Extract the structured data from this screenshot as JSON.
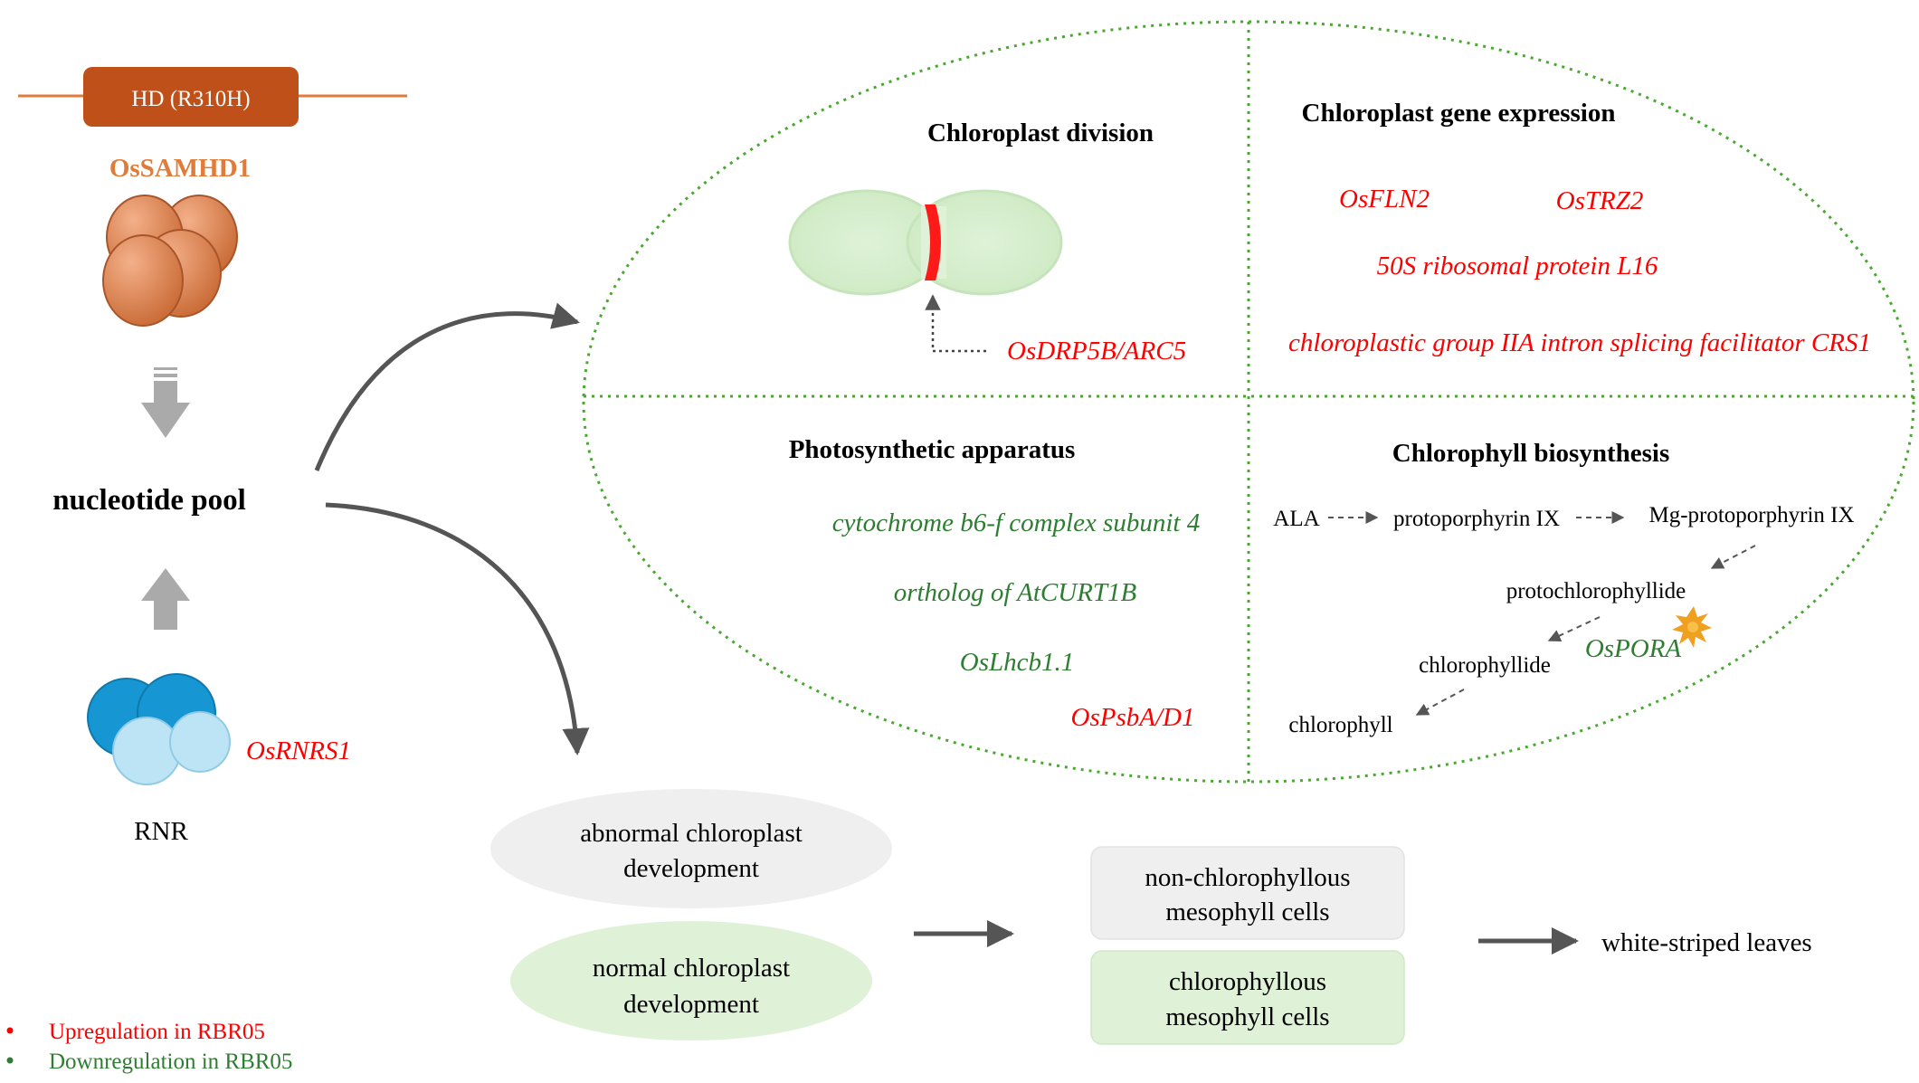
{
  "protein": {
    "domain_label": "HD (R310H)",
    "name": "OsSAMHD1"
  },
  "pool": {
    "label": "nucleotide pool"
  },
  "rnr": {
    "gene": "OsRNRS1",
    "label": "RNR"
  },
  "quadrants": {
    "division": {
      "title": "Chloroplast division",
      "gene": "OsDRP5B/ARC5"
    },
    "expression": {
      "title": "Chloroplast gene expression",
      "genes": [
        "OsFLN2",
        "OsTRZ2",
        "50S ribosomal protein L16",
        "chloroplastic group IIA intron splicing facilitator CRS1"
      ]
    },
    "photosynthetic": {
      "title": "Photosynthetic apparatus",
      "genes": [
        "cytochrome b6-f complex subunit 4",
        "ortholog of AtCURT1B",
        "OsLhcb1.1",
        "OsPsbA/D1"
      ]
    },
    "chlorophyll": {
      "title": "Chlorophyll biosynthesis",
      "steps": [
        "ALA",
        "protoporphyrin IX",
        "Mg-protoporphyrin IX",
        "protochlorophyllide",
        "chlorophyllide",
        "chlorophyll"
      ],
      "gene": "OsPORA"
    }
  },
  "outcomes": {
    "abnormal": "abnormal chloroplast development",
    "normal": "normal chloroplast development",
    "nonchloro": "non-chlorophyllous mesophyll cells",
    "chloro": "chlorophyllous mesophyll cells",
    "result": "white-striped leaves"
  },
  "legend": {
    "up": "Upregulation in RBR05",
    "down": "Downregulation in RBR05"
  },
  "colors": {
    "up": "#ff0000",
    "down": "#2e7d32",
    "domain_box": "#c0501a",
    "protein_name": "#e07b39",
    "rnr_dark": "#1696d2",
    "rnr_light": "#bde4f5",
    "dotted": "#4aa832",
    "arrow": "#555555",
    "pale_green": "#dff2d8",
    "pale_gray": "#efefef"
  }
}
